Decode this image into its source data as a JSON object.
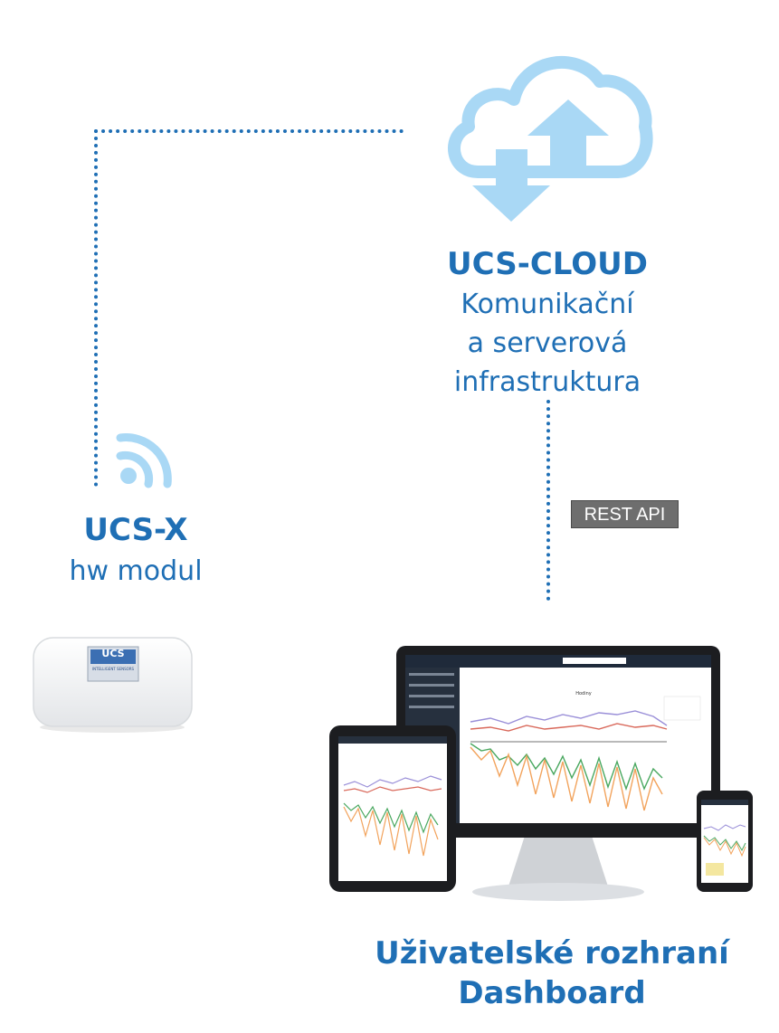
{
  "cloud": {
    "title": "UCS-CLOUD",
    "desc_lines": [
      "Komunikační",
      "a serverová",
      "infrastruktura"
    ],
    "icon": "cloud-upload-download-icon"
  },
  "module": {
    "title": "UCS-X",
    "desc": "hw modul",
    "icon": "wifi-signal-icon",
    "device_label": "UCS",
    "device_sublabel": "INTELLIGENT SENSORS"
  },
  "api": {
    "label": "REST API"
  },
  "dashboard": {
    "title_line1": "Uživatelské rozhraní",
    "title_line2": "Dashboard",
    "chart_title": "Hodiny"
  },
  "colors": {
    "accent": "#1f6fb5",
    "cloud": "#a9d8f5",
    "api_bg": "#6e6e6e"
  }
}
